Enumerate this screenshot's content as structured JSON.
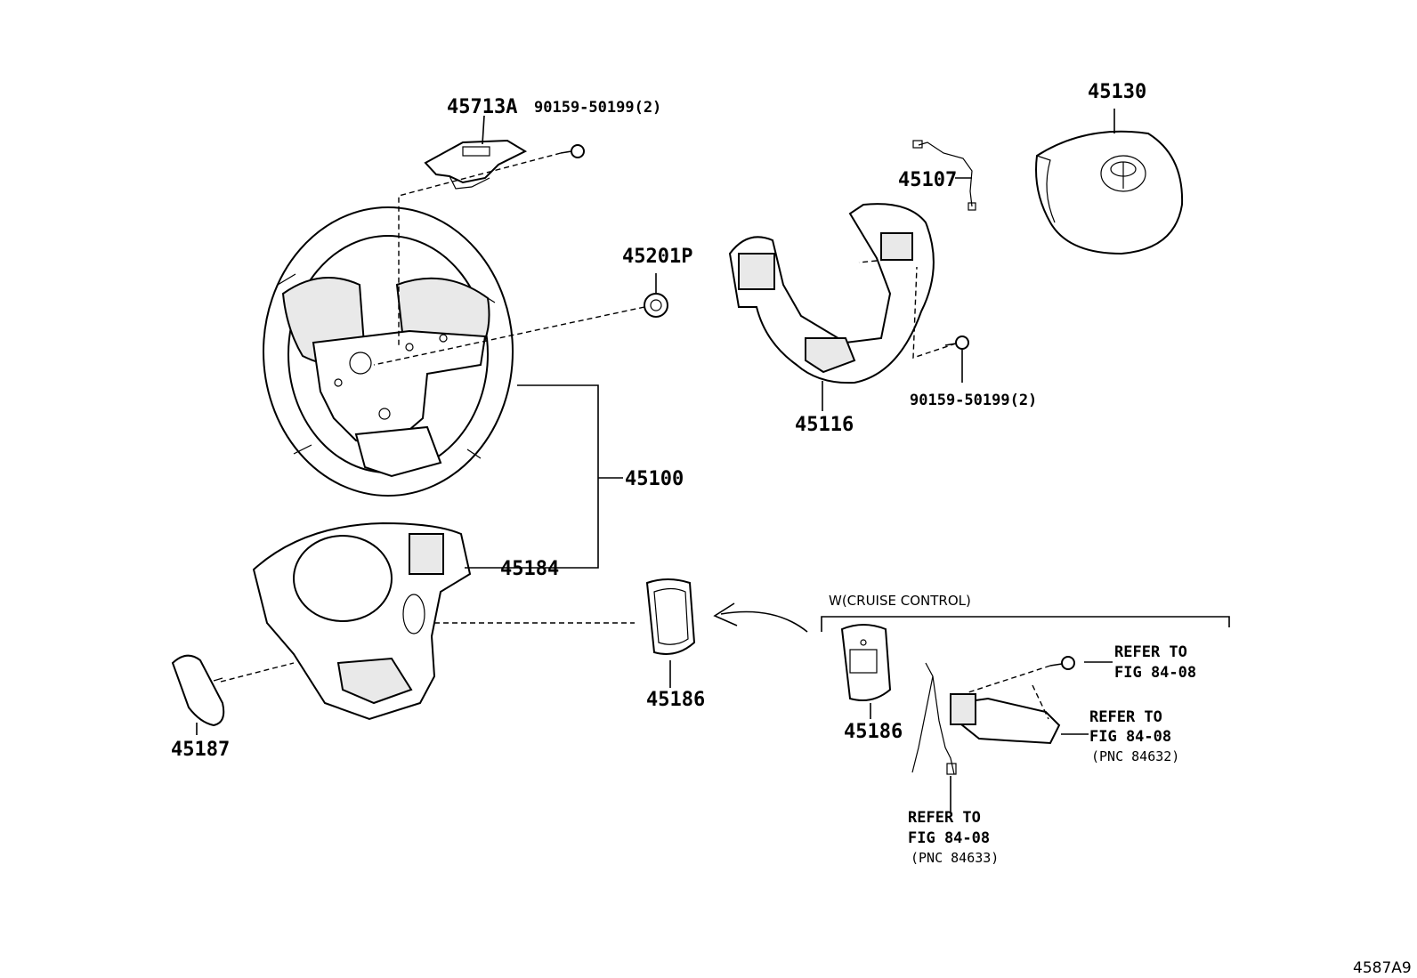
{
  "diagram": {
    "parts": {
      "p45713A": "45713A",
      "bolt_top": "90159-50199(2)",
      "p45130": "45130",
      "p45107": "45107",
      "p45201P": "45201P",
      "p45116": "45116",
      "bolt_right": "90159-50199(2)",
      "p45100": "45100",
      "p45184": "45184",
      "p45187": "45187",
      "p45186_left": "45186",
      "p45186_right": "45186"
    },
    "cruise_note": "W(CRUISE CONTROL)",
    "refer_a": {
      "line1": "REFER TO",
      "line2": "FIG 84-08"
    },
    "refer_b": {
      "line1": "REFER TO",
      "line2": "FIG 84-08",
      "pnc": "(PNC 84632)"
    },
    "refer_c": {
      "line1": "REFER TO",
      "line2": "FIG 84-08",
      "pnc": "(PNC 84633)"
    },
    "figure_code": "4587A9"
  }
}
